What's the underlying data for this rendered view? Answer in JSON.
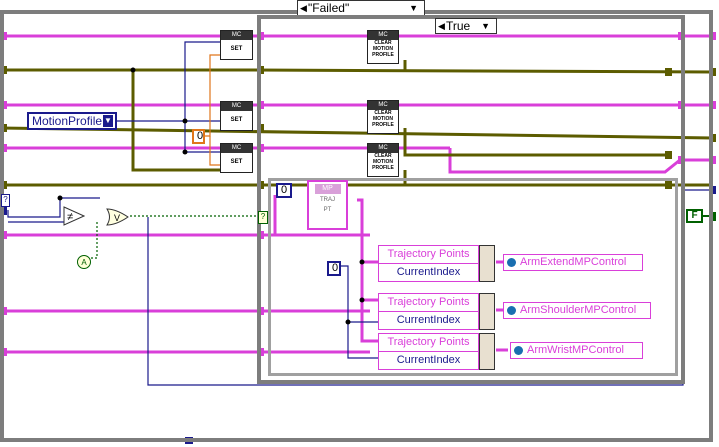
{
  "outer_case": {
    "selector_label": "\"Failed\""
  },
  "inner_case": {
    "selector_label": "True"
  },
  "motion_profile_ring": {
    "label": "MotionProfile"
  },
  "set_nodes": [
    {
      "header": "MC",
      "label": "SET"
    },
    {
      "header": "MC",
      "label": "SET"
    },
    {
      "header": "MC",
      "label": "SET"
    }
  ],
  "clear_nodes": [
    {
      "header": "MC",
      "line1": "CLEAR",
      "line2": "MOTION",
      "line3": "PROFILE"
    },
    {
      "header": "MC",
      "line1": "CLEAR",
      "line2": "MOTION",
      "line3": "PROFILE"
    },
    {
      "header": "MC",
      "line1": "CLEAR",
      "line2": "MOTION",
      "line3": "PROFILE"
    }
  ],
  "constants": {
    "orange_zero": "0",
    "inner_zero": "0",
    "index_zero": "0",
    "false_const": "F",
    "question": "?",
    "tunnel_question": "?",
    "local_var": "A"
  },
  "mp_icon": {
    "header": "MP",
    "line1": "TRAJ",
    "line2": "PT"
  },
  "unbundles": [
    {
      "field1": "Trajectory Points",
      "field2": "CurrentIndex"
    },
    {
      "field1": "Trajectory Points",
      "field2": "CurrentIndex"
    },
    {
      "field1": "Trajectory Points",
      "field2": "CurrentIndex"
    }
  ],
  "refs": [
    {
      "label": "ArmExtendMPControl"
    },
    {
      "label": "ArmShoulderMPControl"
    },
    {
      "label": "ArmWristMPControl"
    }
  ],
  "colors": {
    "pink_wire": "#d93fd9",
    "olive_wire": "#5c5c00",
    "blue_wire": "#1a1a8c",
    "orange_wire": "#e0761a",
    "green_wire": "#006000"
  }
}
